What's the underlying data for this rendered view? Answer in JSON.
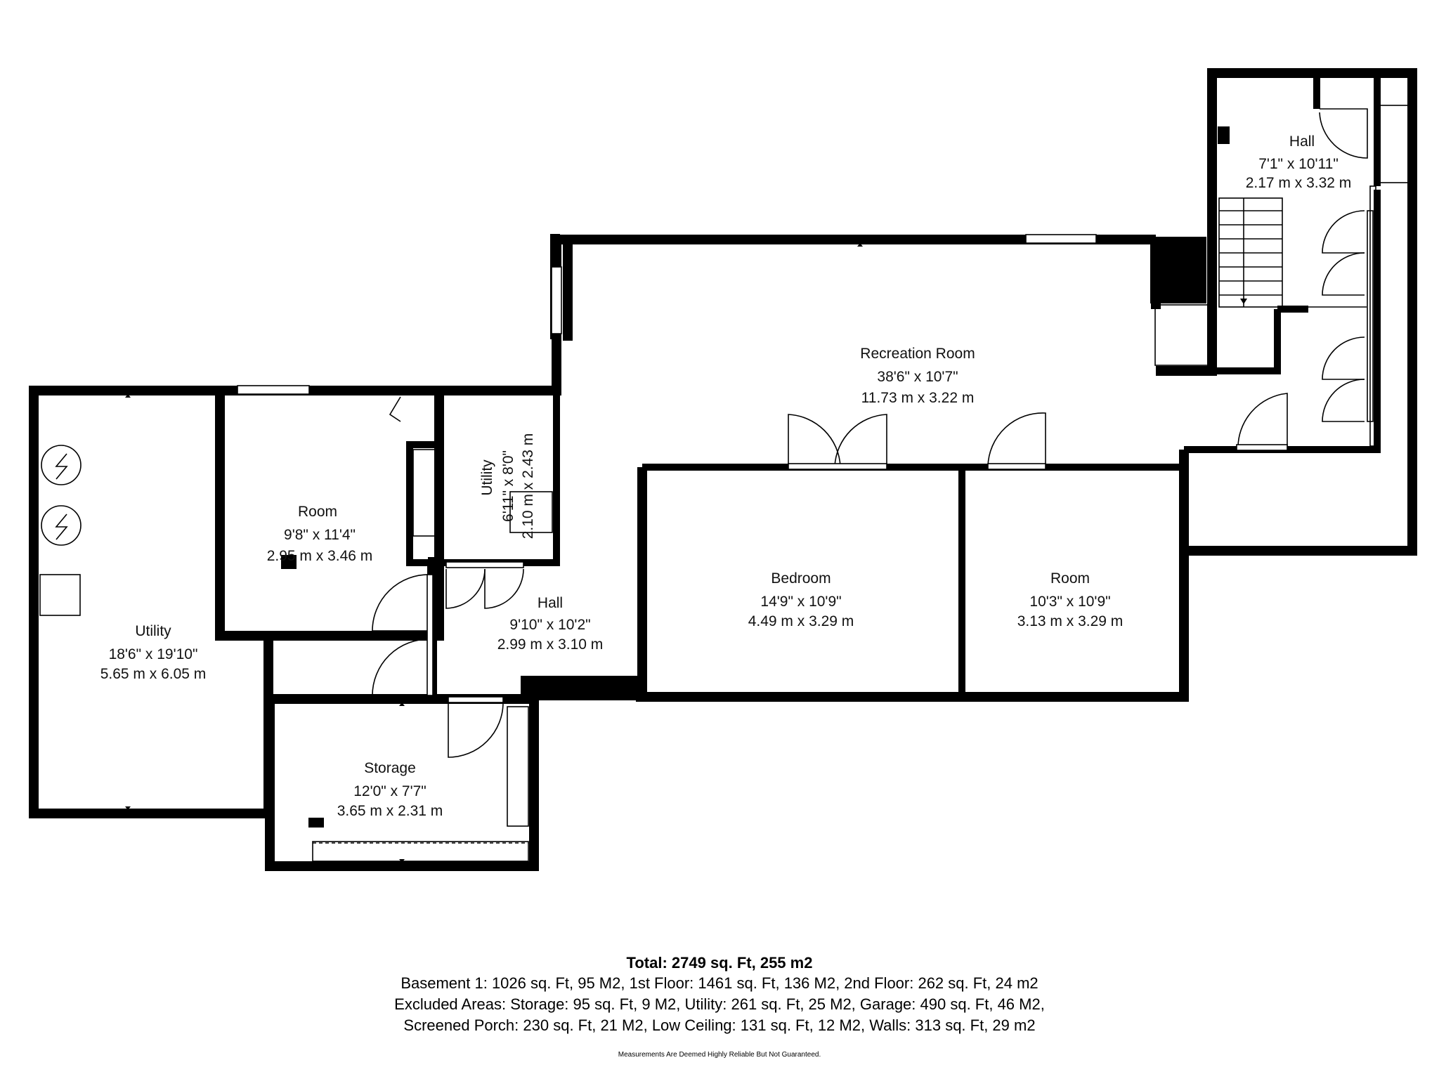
{
  "rooms": {
    "hall_top": {
      "name": "Hall",
      "imperial": "7'1\" x 10'11\"",
      "metric": "2.17 m x 3.32 m"
    },
    "recreation": {
      "name": "Recreation Room",
      "imperial": "38'6\" x 10'7\"",
      "metric": "11.73 m x 3.22 m"
    },
    "utility_small": {
      "name": "Utility",
      "imperial": "6'11\" x 8'0\"",
      "metric": "2.10 m x 2.43 m"
    },
    "room_left": {
      "name": "Room",
      "imperial": "9'8\" x 11'4\"",
      "metric": "2.95 m x 3.46 m"
    },
    "utility_large": {
      "name": "Utility",
      "imperial": "18'6\" x 19'10\"",
      "metric": "5.65 m x 6.05 m"
    },
    "hall_mid": {
      "name": "Hall",
      "imperial": "9'10\" x 10'2\"",
      "metric": "2.99 m x 3.10 m"
    },
    "bedroom": {
      "name": "Bedroom",
      "imperial": "14'9\" x 10'9\"",
      "metric": "4.49 m x 3.29 m"
    },
    "room_right": {
      "name": "Room",
      "imperial": "10'3\" x 10'9\"",
      "metric": "3.13 m x 3.29 m"
    },
    "storage": {
      "name": "Storage",
      "imperial": "12'0\" x 7'7\"",
      "metric": "3.65 m x 2.31 m"
    }
  },
  "summary": {
    "total": "Total: 2749 sq. Ft, 255 m2",
    "line1": "Basement 1: 1026 sq. Ft, 95 M2, 1st Floor: 1461 sq. Ft, 136 M2, 2nd Floor: 262 sq. Ft, 24 m2",
    "line2": "Excluded Areas: Storage: 95 sq. Ft, 9 M2, Utility: 261 sq. Ft, 25 M2, Garage: 490 sq. Ft, 46 M2,",
    "line3": "Screened Porch: 230 sq. Ft, 21 M2, Low Ceiling: 131 sq. Ft, 12 M2, Walls: 313 sq. Ft, 29 m2",
    "disclaimer": "Measurements Are Deemed Highly Reliable But Not Guaranteed."
  }
}
